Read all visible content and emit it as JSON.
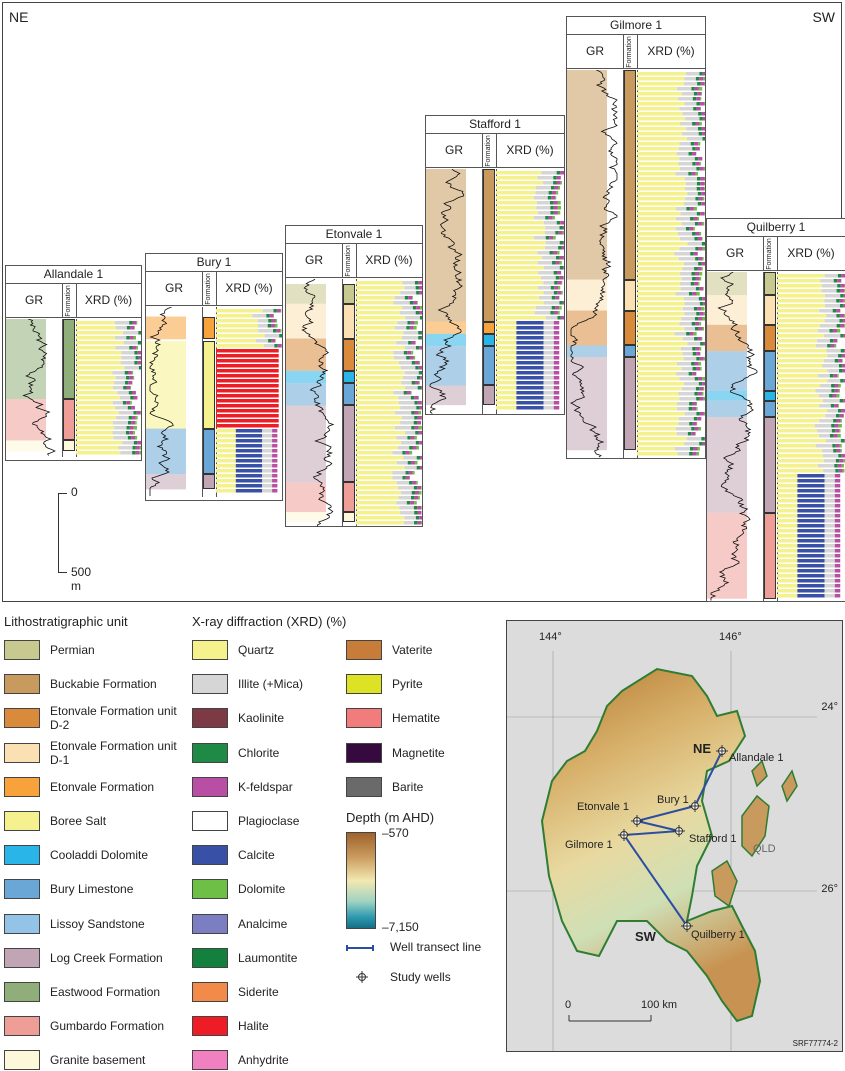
{
  "section": {
    "ne_label": "NE",
    "sw_label": "SW",
    "column_gr": "GR",
    "column_formation": "Formation",
    "column_xrd": "XRD (%)",
    "wells": [
      {
        "name": "Allandale 1"
      },
      {
        "name": "Bury 1"
      },
      {
        "name": "Etonvale 1"
      },
      {
        "name": "Stafford 1"
      },
      {
        "name": "Gilmore 1"
      },
      {
        "name": "Quilberry 1"
      }
    ],
    "scale_top": "0",
    "scale_bottom": "500 m"
  },
  "litho_legend": {
    "title": "Lithostratigraphic unit",
    "items": [
      {
        "label": "Permian",
        "color": "#c8c98e"
      },
      {
        "label": "Buckabie Formation",
        "color": "#c99a5e"
      },
      {
        "label": "Etonvale Formation unit D-2",
        "color": "#d98a3a"
      },
      {
        "label": "Etonvale Formation unit D-1",
        "color": "#fbe0b4"
      },
      {
        "label": "Etonvale Formation",
        "color": "#f7a23a"
      },
      {
        "label": "Boree Salt",
        "color": "#f5f18e"
      },
      {
        "label": "Cooladdi Dolomite",
        "color": "#29b5e8"
      },
      {
        "label": "Bury Limestone",
        "color": "#6ba7d6"
      },
      {
        "label": "Lissoy Sandstone",
        "color": "#93c3e6"
      },
      {
        "label": "Log Creek Formation",
        "color": "#c2a5b5"
      },
      {
        "label": "Eastwood Formation",
        "color": "#8fae7a"
      },
      {
        "label": "Gumbardo Formation",
        "color": "#ee9e97"
      },
      {
        "label": "Granite basement",
        "color": "#fdf8d9"
      }
    ]
  },
  "xrd_legend": {
    "title": "X-ray diffraction (XRD) (%)",
    "items": [
      {
        "label": "Quartz",
        "color": "#f5f28e"
      },
      {
        "label": "Illite (+Mica)",
        "color": "#d6d6d6"
      },
      {
        "label": "Kaolinite",
        "color": "#7b3a44"
      },
      {
        "label": "Chlorite",
        "color": "#1f8a45"
      },
      {
        "label": "K-feldspar",
        "color": "#b94fa4"
      },
      {
        "label": "Plagioclase",
        "color": "#ffffff"
      },
      {
        "label": "Calcite",
        "color": "#3851a7"
      },
      {
        "label": "Dolomite",
        "color": "#6dbf45"
      },
      {
        "label": "Analcime",
        "color": "#7b7fc2"
      },
      {
        "label": "Laumontite",
        "color": "#14803d"
      },
      {
        "label": "Siderite",
        "color": "#f28a4a"
      },
      {
        "label": "Halite",
        "color": "#ee1c25"
      },
      {
        "label": "Anhydrite",
        "color": "#f080c0"
      },
      {
        "label": "Vaterite",
        "color": "#c87c3a"
      },
      {
        "label": "Pyrite",
        "color": "#dde224"
      },
      {
        "label": "Hematite",
        "color": "#f27c7c"
      },
      {
        "label": "Magnetite",
        "color": "#36093f"
      },
      {
        "label": "Barite",
        "color": "#6a6a6a"
      }
    ]
  },
  "depth_legend": {
    "title": "Depth (m AHD)",
    "max_label": "–570",
    "min_label": "–7,150"
  },
  "map_legend": {
    "transect_label": "Well transect line",
    "wells_label": "Study wells"
  },
  "map": {
    "lon_144": "144°",
    "lon_146": "146°",
    "lat_24": "24°",
    "lat_26": "26°",
    "ne": "NE",
    "sw": "SW",
    "qld": "QLD",
    "scale_0": "0",
    "scale_100": "100 km",
    "code": "SRF77774-2",
    "wells": [
      {
        "name": "Allandale 1"
      },
      {
        "name": "Bury 1"
      },
      {
        "name": "Etonvale 1"
      },
      {
        "name": "Stafford 1"
      },
      {
        "name": "Gilmore 1"
      },
      {
        "name": "Quilberry 1"
      }
    ]
  }
}
